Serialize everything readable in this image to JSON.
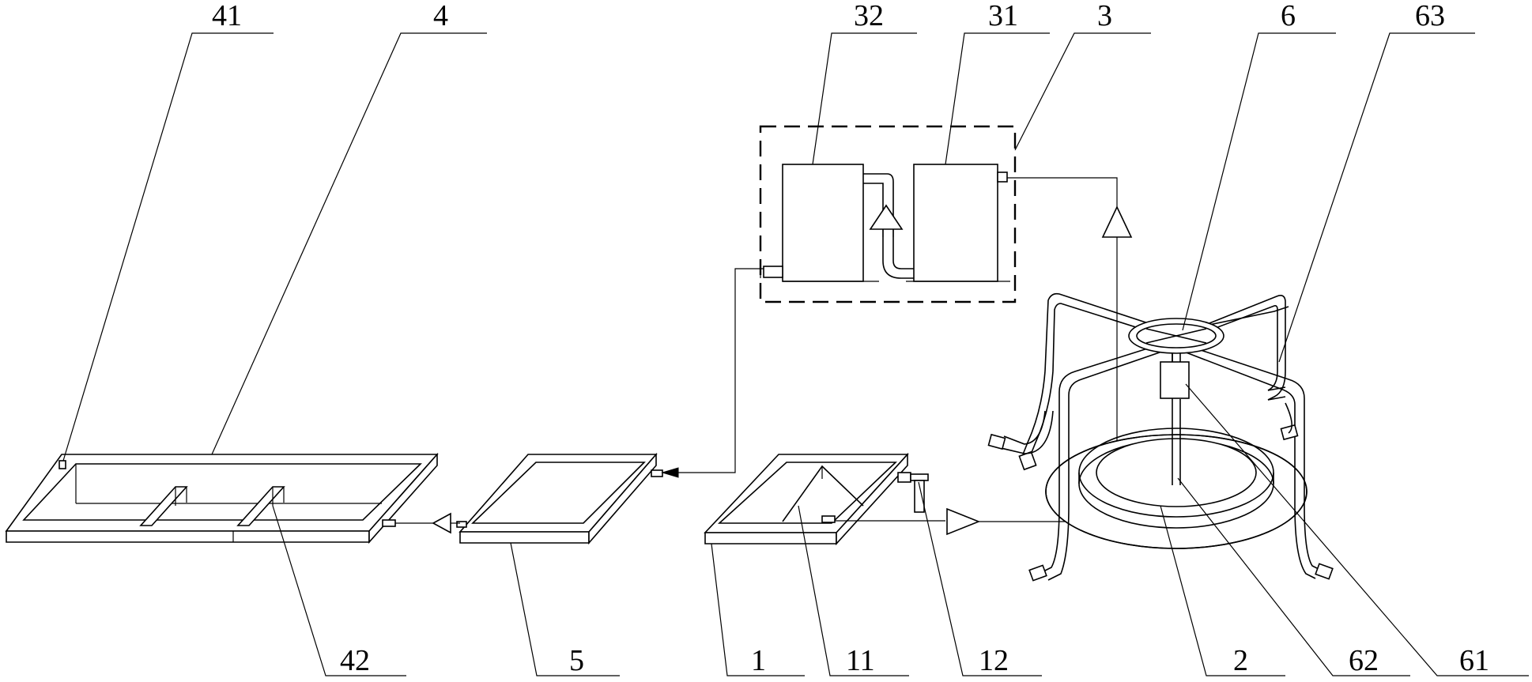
{
  "labels": {
    "l41": "41",
    "l4": "4",
    "l32": "32",
    "l31": "31",
    "l3": "3",
    "l6": "6",
    "l63": "63",
    "l42": "42",
    "l5": "5",
    "l1": "1",
    "l11": "11",
    "l12": "12",
    "l2": "2",
    "l62": "62",
    "l61": "61"
  }
}
